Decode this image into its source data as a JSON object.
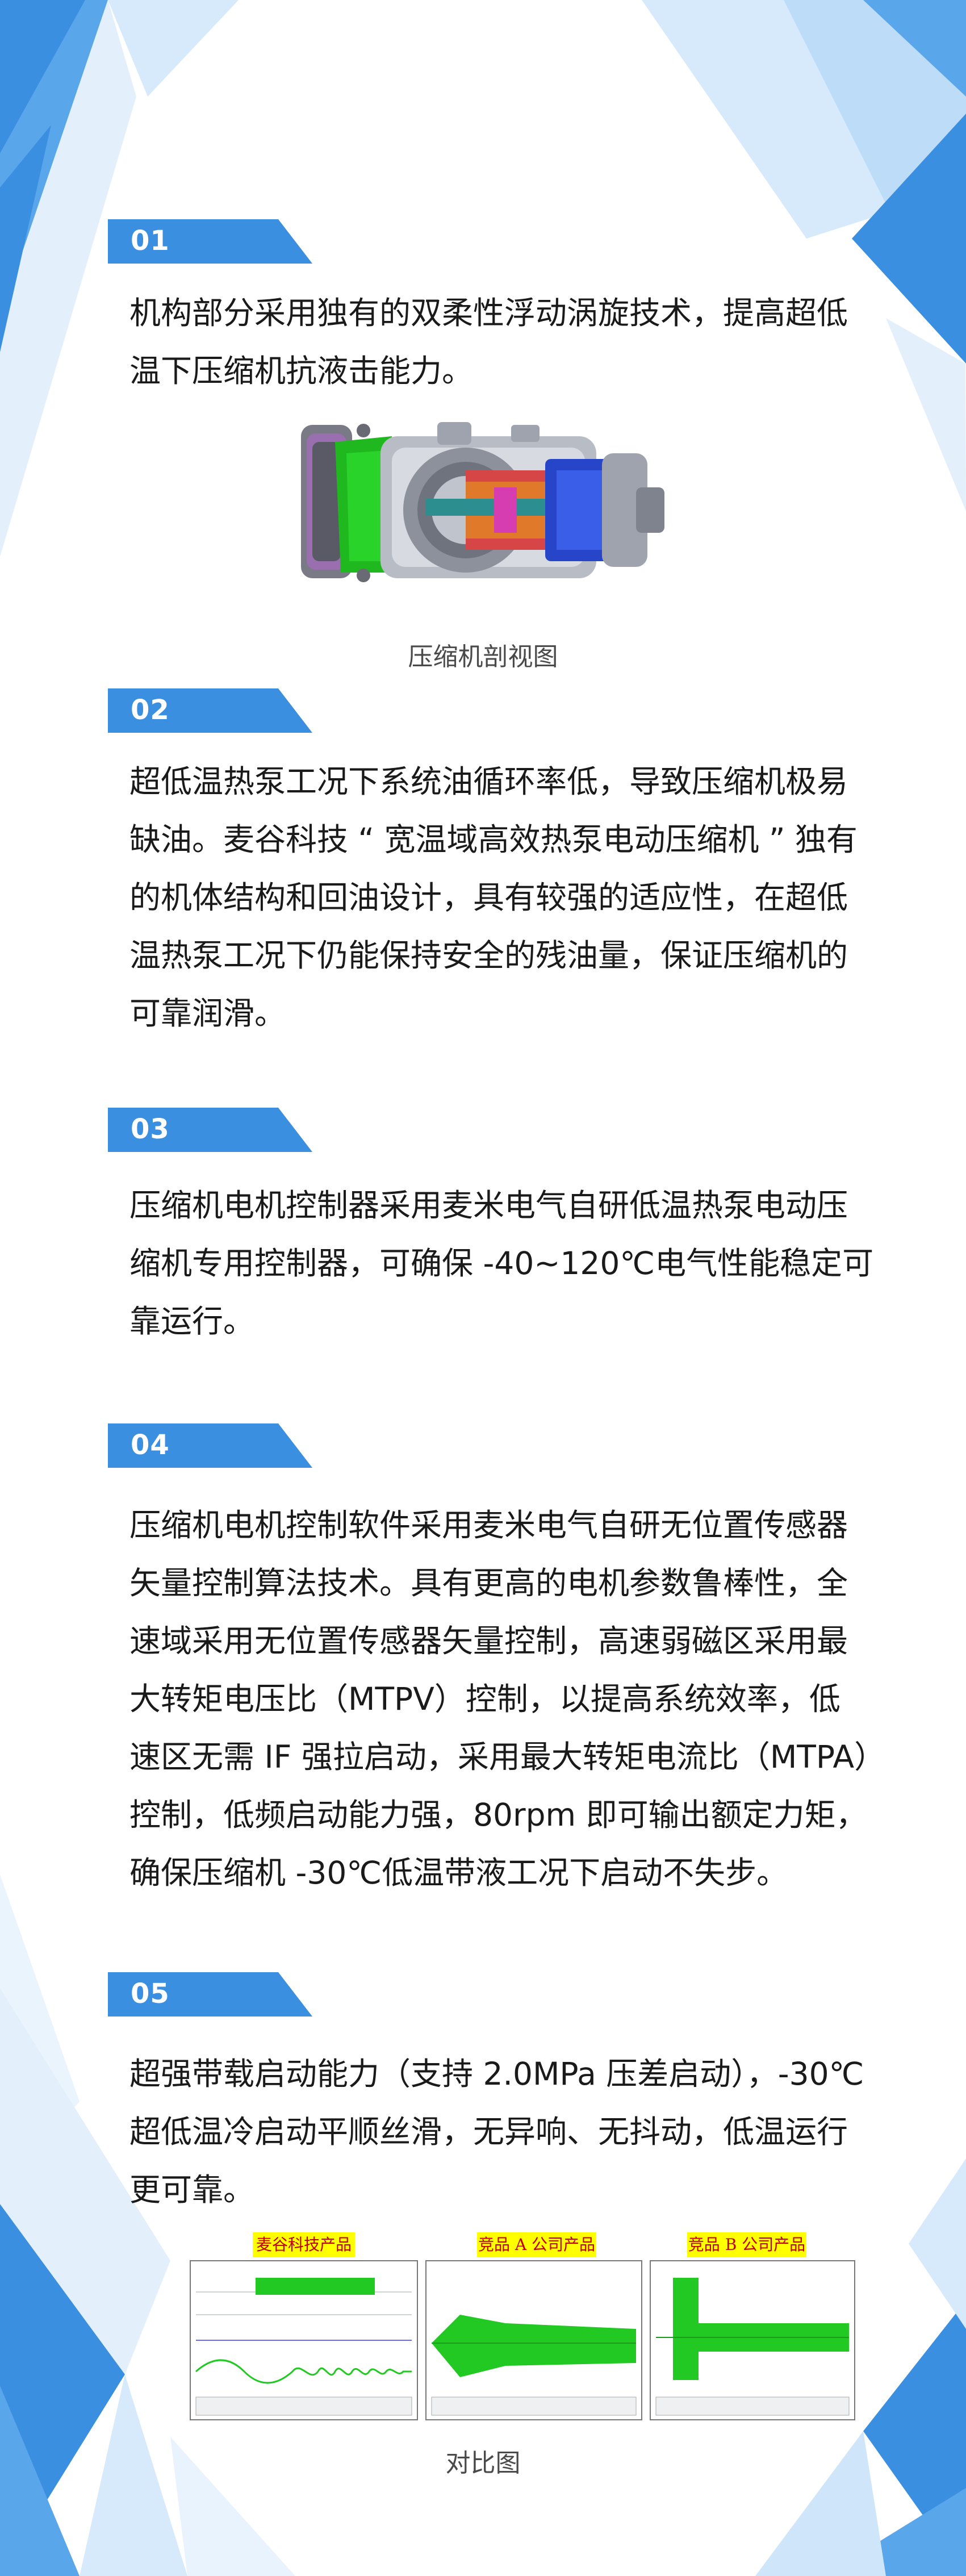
{
  "sections": [
    {
      "num": "01",
      "lines": [
        "机构部分采用独有的双柔性浮动涡旋技术，提高超低",
        "温下压缩机抗液击能力。"
      ]
    },
    {
      "num": "02",
      "lines": [
        "超低温热泵工况下系统油循环率低，导致压缩机极易",
        "缺油。麦谷科技 “ 宽温域高效热泵电动压缩机 ” 独有",
        "的机体结构和回油设计，具有较强的适应性，在超低",
        "温热泵工况下仍能保持安全的残油量，保证压缩机的",
        "可靠润滑。"
      ]
    },
    {
      "num": "03",
      "lines": [
        "压缩机电机控制器采用麦米电气自研低温热泵电动压",
        "缩机专用控制器，可确保 -40~120℃电气性能稳定可",
        "靠运行。"
      ]
    },
    {
      "num": "04",
      "lines": [
        "压缩机电机控制软件采用麦米电气自研无位置传感器",
        "矢量控制算法技术。具有更高的电机参数鲁棒性，全",
        "速域采用无位置传感器矢量控制，高速弱磁区采用最",
        "大转矩电压比（MTPV）控制，以提高系统效率，低",
        "速区无需 IF 强拉启动，采用最大转矩电流比（MTPA）",
        "控制，低频启动能力强，80rpm 即可输出额定力矩，",
        "确保压缩机 -30℃低温带液工况下启动不失步。"
      ]
    },
    {
      "num": "05",
      "lines": [
        "超强带载启动能力（支持 2.0MPa 压差启动），-30℃",
        "超低温冷启动平顺丝滑，无异响、无抖动，低温运行",
        "更可靠。"
      ]
    }
  ],
  "figure1": {
    "caption": "压缩机剖视图"
  },
  "figure2": {
    "caption": "对比图",
    "panels": [
      {
        "title": "麦谷科技产品"
      },
      {
        "title": "竞品 A 公司产品"
      },
      {
        "title": "竞品 B 公司产品"
      }
    ]
  },
  "colors": {
    "accent": "#3b8fe0",
    "light": "#cfe6fa",
    "mid": "#8ec3f0",
    "green": "#22c922",
    "yellow": "#ffff00"
  }
}
